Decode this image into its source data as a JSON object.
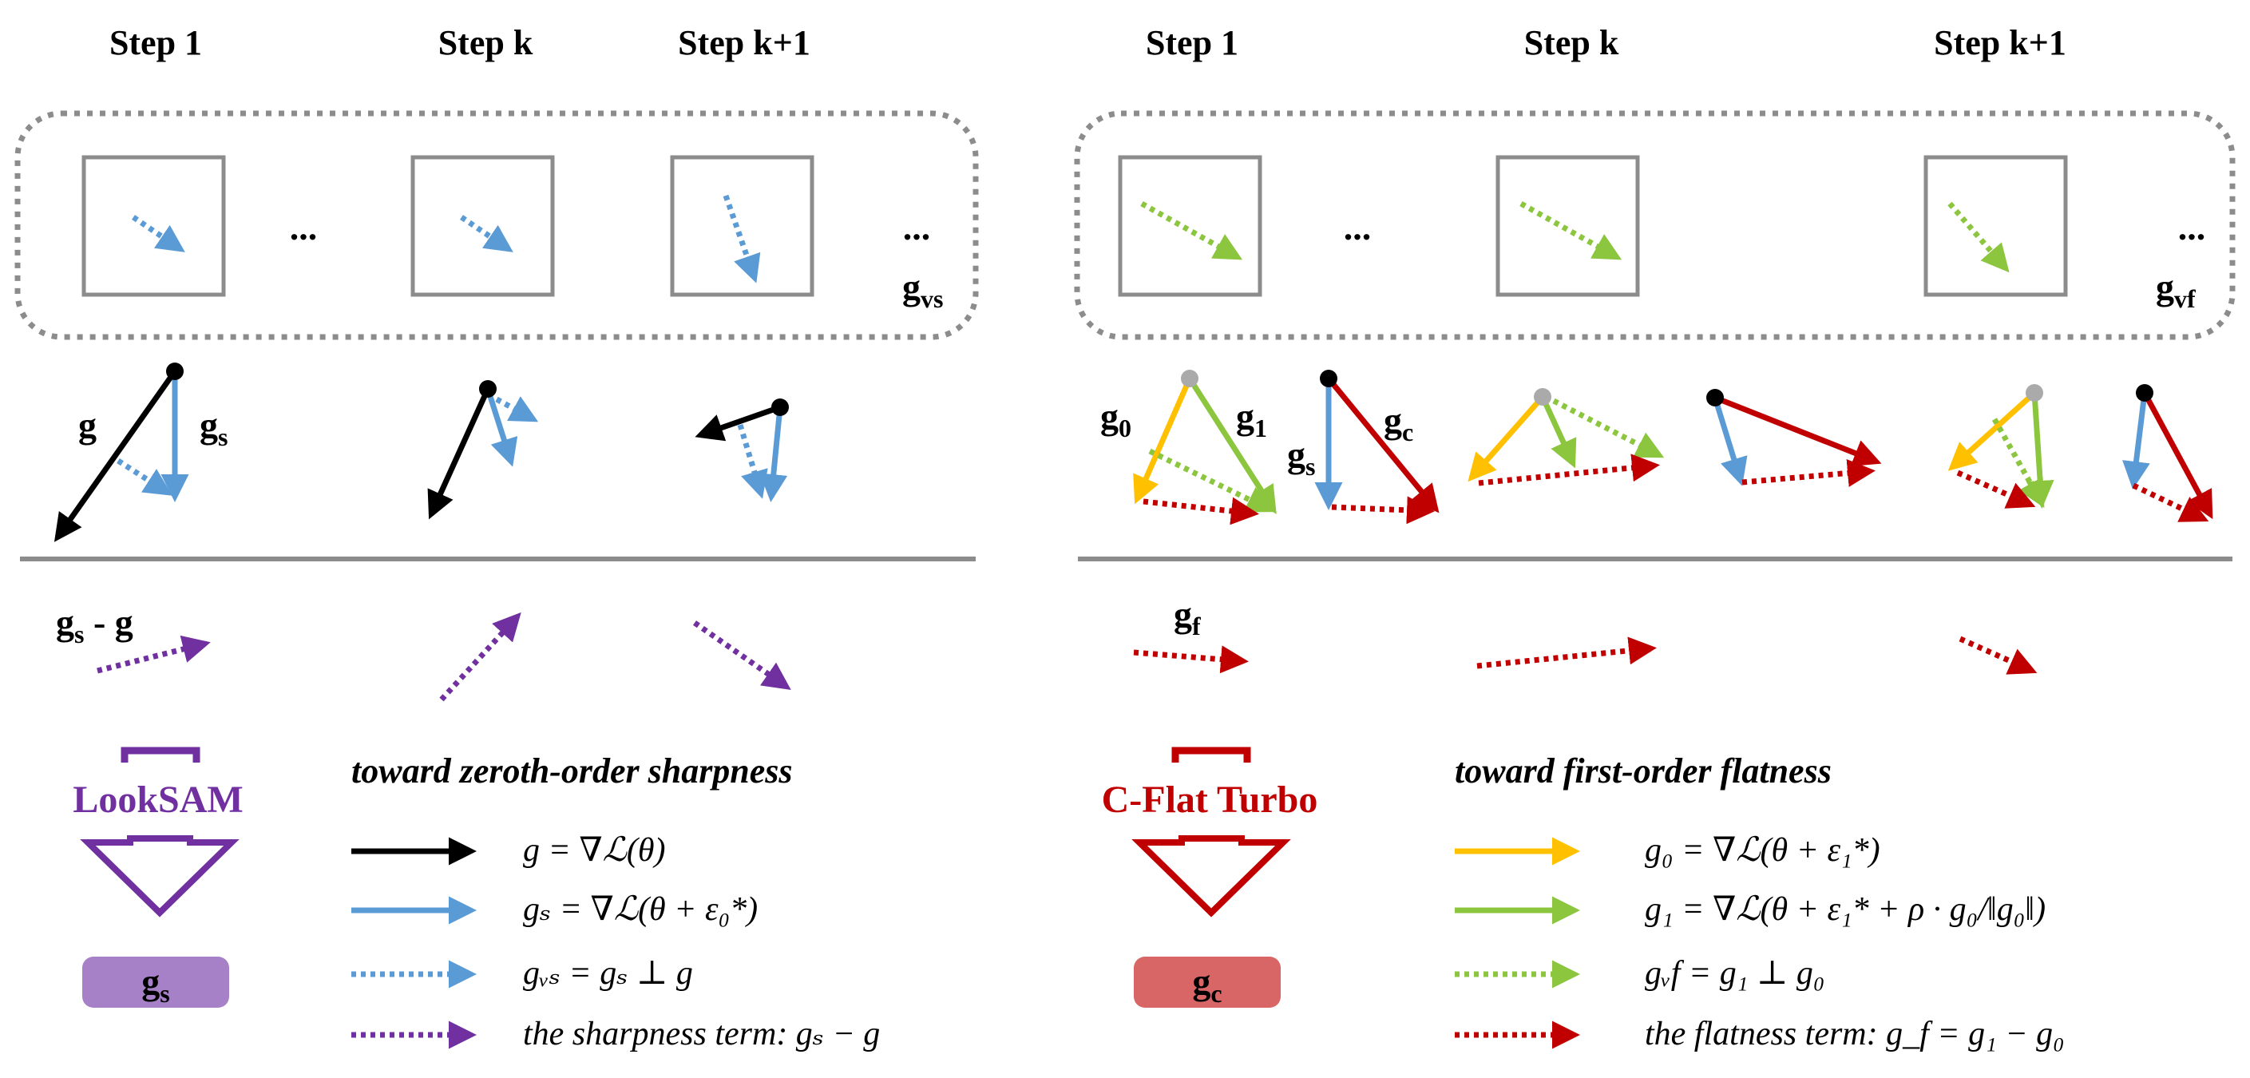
{
  "colors": {
    "black": "#000000",
    "blue": "#5b9bd5",
    "purple": "#7030a0",
    "red": "#c00000",
    "yellow": "#ffc000",
    "green": "#8cc63f",
    "gray": "#999999",
    "frame": "#8c8c8c",
    "badge_purple": "#a781c8",
    "badge_red": "#d96666"
  },
  "left": {
    "steps": [
      "Step 1",
      "Step k",
      "Step k+1"
    ],
    "ellipsis": "...",
    "vs_label": {
      "base": "g",
      "sub": "vs"
    },
    "vec_g": "g",
    "vec_gs": {
      "base": "g",
      "sub": "s"
    },
    "diff_label": {
      "base": "g",
      "sub": "s",
      "rest": " - g"
    },
    "method": "LookSAM",
    "badge": {
      "base": "g",
      "sub": "s"
    },
    "legend_title": "toward zeroth-order sharpness",
    "legend": [
      {
        "style": "solid",
        "color": "#000000",
        "text": "g = ∇ℒ(θ)"
      },
      {
        "style": "solid",
        "color": "#5b9bd5",
        "text": "gₛ = ∇ℒ(θ + ε₀*)"
      },
      {
        "style": "dotted",
        "color": "#5b9bd5",
        "text": "gᵥₛ = gₛ ⊥ g"
      },
      {
        "style": "dotted",
        "color": "#7030a0",
        "text": "the sharpness term: gₛ − g"
      }
    ]
  },
  "right": {
    "steps": [
      "Step 1",
      "Step k",
      "Step k+1"
    ],
    "ellipsis": "...",
    "vf_label": {
      "base": "g",
      "sub": "vf"
    },
    "vec_g0": {
      "base": "g",
      "sub": "0"
    },
    "vec_g1": {
      "base": "g",
      "sub": "1"
    },
    "vec_gs": {
      "base": "g",
      "sub": "s"
    },
    "vec_gc": {
      "base": "g",
      "sub": "c"
    },
    "f_label": {
      "base": "g",
      "sub": "f"
    },
    "method": "C-Flat Turbo",
    "badge": {
      "base": "g",
      "sub": "c"
    },
    "legend_title": "toward first-order flatness",
    "legend": [
      {
        "style": "solid",
        "color": "#ffc000",
        "text": "g₀ = ∇ℒ(θ + ε₁*)"
      },
      {
        "style": "solid",
        "color": "#8cc63f",
        "text": "g₁ = ∇ℒ(θ + ε₁* + ρ · g₀/‖g₀‖)"
      },
      {
        "style": "dotted",
        "color": "#8cc63f",
        "text": "gᵥf = g₁ ⊥ g₀"
      },
      {
        "style": "dotted",
        "color": "#c00000",
        "text": "the flatness term: g_f = g₁ − g₀"
      }
    ]
  }
}
